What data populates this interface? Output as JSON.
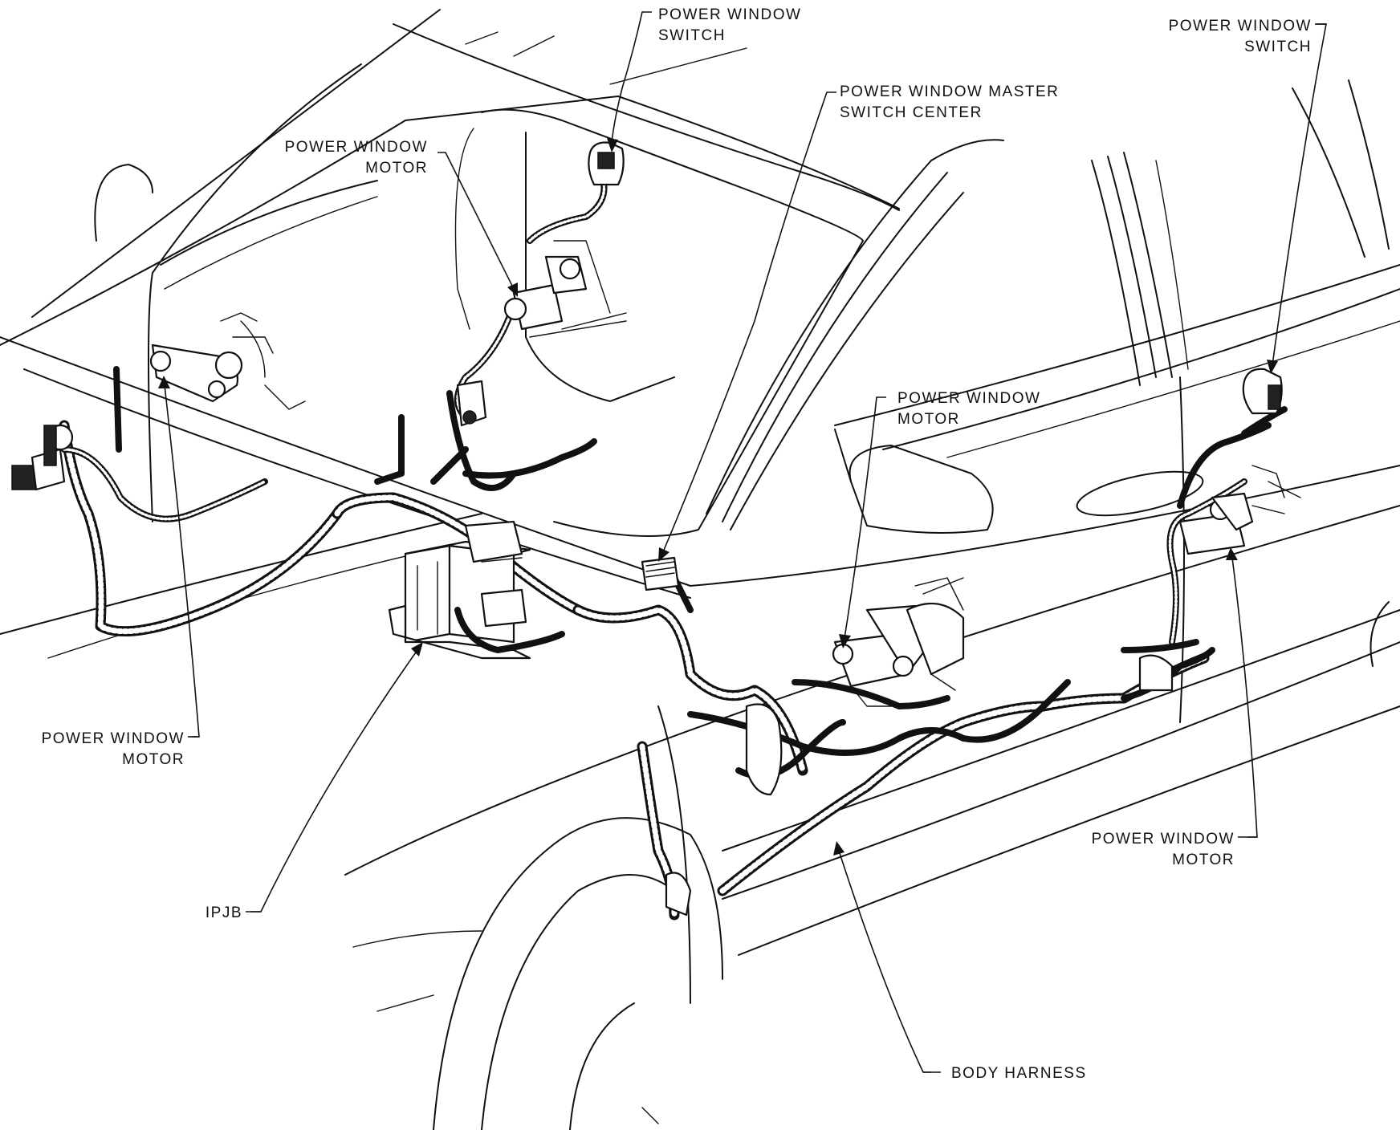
{
  "diagram": {
    "labels": {
      "pw_switch_front": [
        "POWER WINDOW",
        "SWITCH"
      ],
      "pw_switch_rear": [
        "POWER WINDOW",
        "SWITCH"
      ],
      "pw_master_switch_center": [
        "POWER WINDOW MASTER",
        "SWITCH CENTER"
      ],
      "pw_motor_front_left": [
        "POWER WINDOW",
        "MOTOR"
      ],
      "pw_motor_left": [
        "POWER WINDOW",
        "MOTOR"
      ],
      "pw_motor_front_right": [
        "POWER WINDOW",
        "MOTOR"
      ],
      "pw_motor_rear_right": [
        "POWER WINDOW",
        "MOTOR"
      ],
      "ipjb": "IPJB",
      "body_harness": "BODY HARNESS"
    }
  }
}
